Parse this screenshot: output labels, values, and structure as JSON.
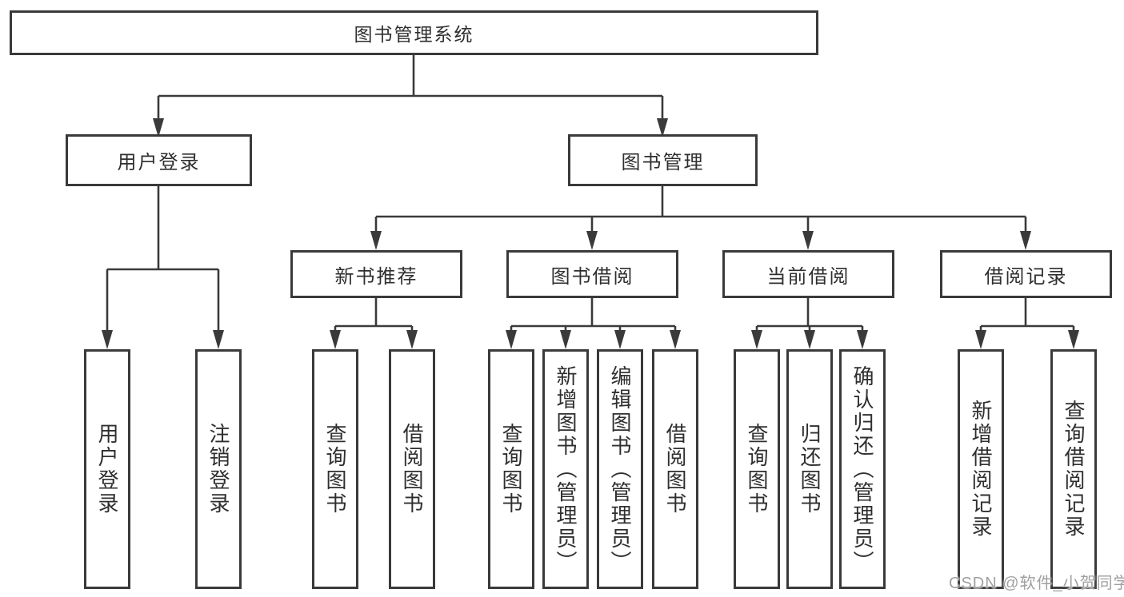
{
  "tree": {
    "root": {
      "label": "图书管理系统"
    },
    "branches": [
      {
        "label": "用户登录",
        "children": [
          {
            "label": "用户登录"
          },
          {
            "label": "注销登录"
          }
        ]
      },
      {
        "label": "图书管理",
        "children": [
          {
            "label": "新书推荐",
            "children": [
              {
                "label": "查询图书"
              },
              {
                "label": "借阅图书"
              }
            ]
          },
          {
            "label": "图书借阅",
            "children": [
              {
                "label": "查询图书"
              },
              {
                "label": "新增图书（管理员）"
              },
              {
                "label": "编辑图书（管理员）"
              },
              {
                "label": "借阅图书"
              }
            ]
          },
          {
            "label": "当前借阅",
            "children": [
              {
                "label": "查询图书"
              },
              {
                "label": "归还图书"
              },
              {
                "label": "确认归还（管理员）"
              }
            ]
          },
          {
            "label": "借阅记录",
            "children": [
              {
                "label": "新增借阅记录"
              },
              {
                "label": "查询借阅记录"
              }
            ]
          }
        ]
      }
    ]
  },
  "watermark": {
    "text": "CSDN @软件_小贺同学"
  },
  "colors": {
    "line": "#3a3a3a",
    "text": "#2f2f2f",
    "background": "#ffffff",
    "watermark": "#a0a0a0"
  }
}
